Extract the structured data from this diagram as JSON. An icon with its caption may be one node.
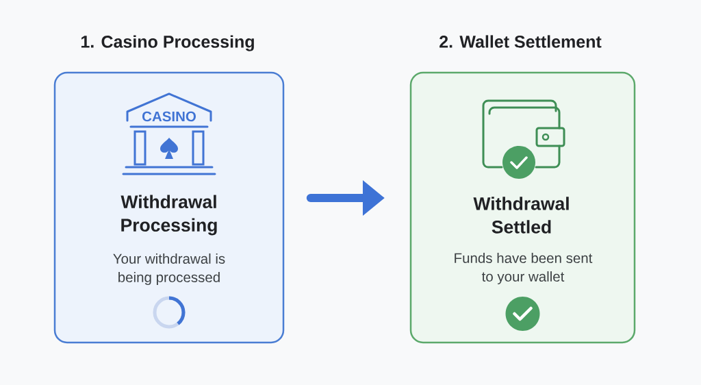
{
  "diagram": {
    "nodes": [
      {
        "text": [
          "1. Casino Processing",
          "Withdrawal Processing",
          "Your withdrawal is being processed"
        ]
      },
      {
        "text": [
          "2. Wallet Settlement",
          "Withdrawal Settled",
          "Funds have been sent to your wallet"
        ]
      }
    ],
    "edges": [
      {
        "from": 0,
        "to": 1,
        "arrow": "to"
      }
    ],
    "labels": [
      "CASINO"
    ]
  }
}
